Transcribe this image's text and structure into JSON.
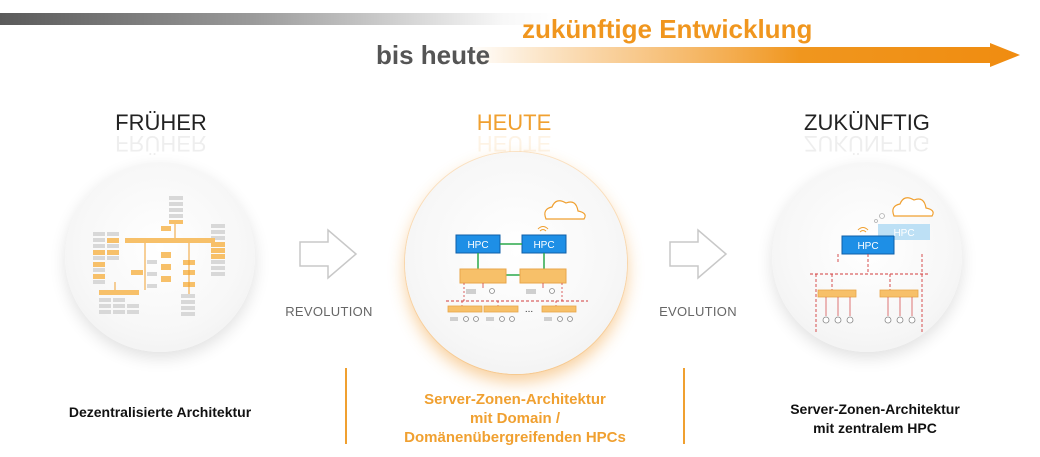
{
  "header": {
    "future_title": "zukünftige Entwicklung",
    "past_title": "bis heute"
  },
  "eras": [
    {
      "label": "FRÜHER"
    },
    {
      "label": "HEUTE"
    },
    {
      "label": "ZUKÜNFTIG"
    }
  ],
  "transitions": [
    {
      "label": "REVOLUTION"
    },
    {
      "label": "EVOLUTION"
    }
  ],
  "captions": {
    "past": "Dezentralisierte Architektur",
    "today": [
      "Server-Zonen-Architektur",
      "mit Domain /",
      "Domänenübergreifenden HPCs"
    ],
    "future": [
      "Server-Zonen-Architektur",
      "mit zentralem HPC"
    ]
  },
  "diagram_labels": {
    "hpc": "HPC",
    "ellipsis": "..."
  },
  "colors": {
    "orange": "#f0961e",
    "hpc_blue": "#1e8fe6",
    "hpc_light": "#bde0f5",
    "module_orange": "#f7c069",
    "link_green": "#2aa84a",
    "dashed_red": "#d23c3c",
    "gray_text": "#555555"
  }
}
